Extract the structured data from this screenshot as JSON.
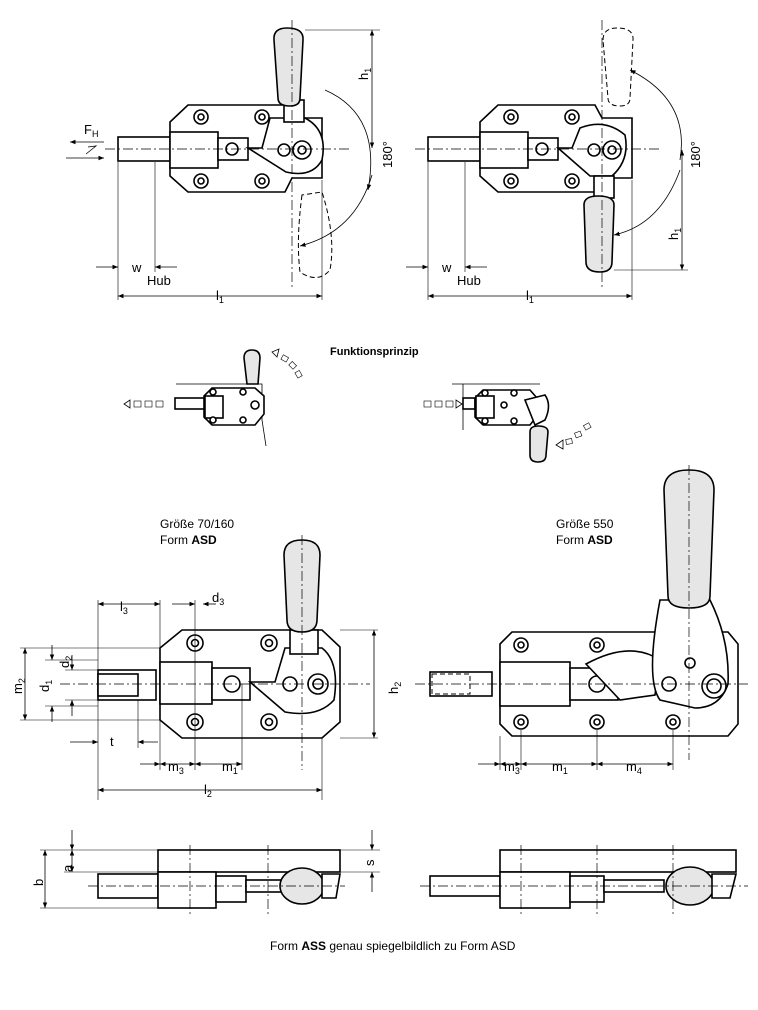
{
  "captions": {
    "funktionsprinzip": "Funktionsprinzip",
    "groesse_small": "Größe 70/160",
    "groesse_large": "Größe 550",
    "form_prefix": "Form ",
    "form_bold": "ASD",
    "footer_prefix": "Form ",
    "footer_bold": "ASS",
    "footer_rest": " genau spiegelbildlich zu Form ASD"
  },
  "labels": {
    "F": "F",
    "H": "H",
    "w": "w",
    "hub": "Hub",
    "l": "l",
    "one": "1",
    "two": "2",
    "three": "3",
    "four": "4",
    "h": "h",
    "angle": "180°",
    "d": "d",
    "m": "m",
    "t": "t",
    "a": "a",
    "b": "b",
    "s": "s"
  }
}
